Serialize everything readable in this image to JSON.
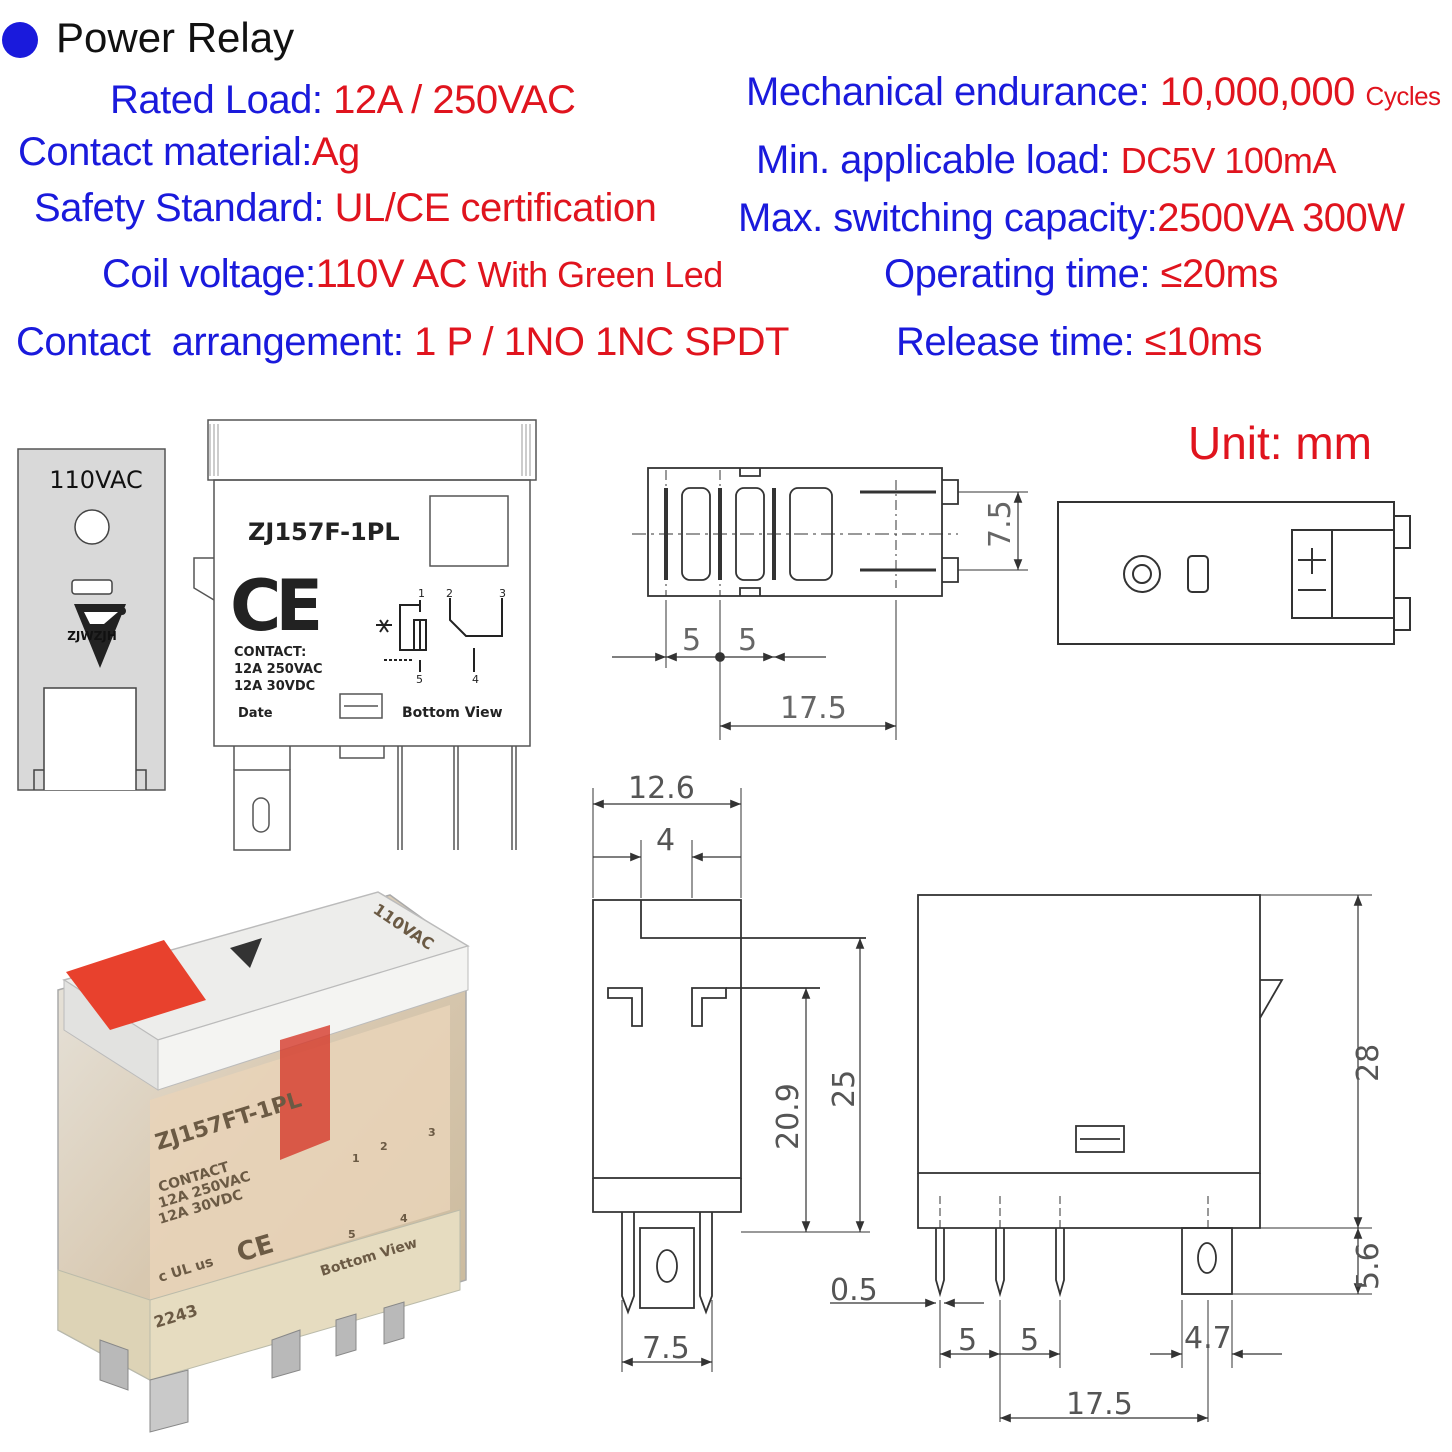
{
  "header": {
    "title": "Power Relay",
    "bullet_color": "#1a1adc"
  },
  "colors": {
    "label": "#1a1adc",
    "value": "#e0141e"
  },
  "specs_left": [
    {
      "label": "Rated Load:",
      "value": "12A / 250VAC"
    },
    {
      "label": "Contact material:",
      "value": "Ag"
    },
    {
      "label": "Safety Standard:",
      "value": "UL/CE certification"
    },
    {
      "label": "Coil voltage:",
      "value": "110V AC",
      "extra": "With Green Led"
    },
    {
      "label": "Contact  arrangement:",
      "value": "1 P / 1NO 1NC SPDT"
    }
  ],
  "specs_right": [
    {
      "label": "Mechanical endurance:",
      "value": "10,000,000",
      "unit": "Cycles"
    },
    {
      "label": "Min. applicable load:",
      "value": "DC5V 100mA"
    },
    {
      "label": "Max. switching capacity:",
      "value": "2500VA 300W"
    },
    {
      "label": "Operating time:",
      "value": "≤20ms"
    },
    {
      "label": "Release time:",
      "value": "≤10ms"
    }
  ],
  "unit_label": "Unit: mm",
  "side_label": {
    "voltage": "110VAC",
    "brand": "ZJWZJH"
  },
  "front_label": {
    "model": "ZJ157F-1PL",
    "ce": "CE",
    "contact_title": "CONTACT:",
    "contact_line1": "12A 250VAC",
    "contact_line2": "12A 30VDC",
    "date": "Date",
    "bottom_view": "Bottom View",
    "pins": [
      "1",
      "2",
      "3",
      "5",
      "4"
    ]
  },
  "photo": {
    "voltage": "110VAC",
    "model": "ZJ157FT-1PL",
    "contact_title": "CONTACT",
    "contact_line1": "12A 250VAC",
    "contact_line2": "12A 30VDC",
    "bottom_view": "Bottom View",
    "batch": "2243",
    "ce": "CE",
    "ul": "c UL us",
    "pins": [
      "1",
      "2",
      "3",
      "5",
      "4"
    ]
  },
  "bottom_view_dims": {
    "pitch_a": "5",
    "pitch_b": "5",
    "pitch_total": "17.5",
    "pin_width": "7.5"
  },
  "side_dims": {
    "width": "12.6",
    "inner": "4",
    "pin_height": "20.9",
    "body_height": "25",
    "pin_width": "7.5"
  },
  "front_dims": {
    "height": "28",
    "pin_len": "5.6",
    "pin_thick": "0.5",
    "pitch_a": "5",
    "pitch_b": "5",
    "tab_width": "4.7",
    "pitch_total": "17.5"
  }
}
